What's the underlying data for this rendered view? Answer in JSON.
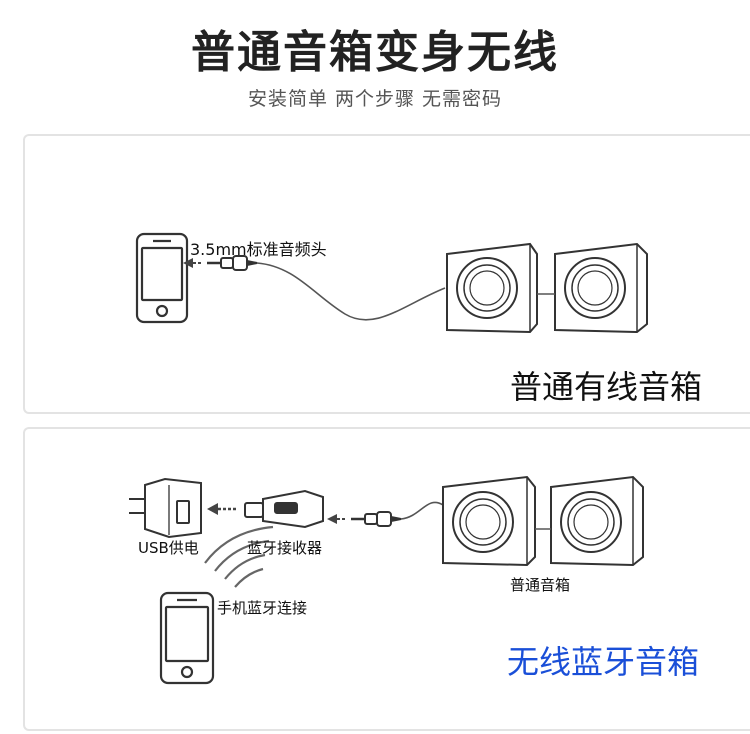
{
  "header": {
    "title": "普通音箱变身无线",
    "subtitle": "安装简单 两个步骤 无需密码"
  },
  "wired_panel": {
    "cable_label": "3.5mm标准音频头",
    "caption": "普通有线音箱"
  },
  "wireless_panel": {
    "power_label": "USB供电",
    "receiver_label": "蓝牙接收器",
    "speaker_label": "普通音箱",
    "phone_label": "手机蓝牙连接",
    "caption": "无线蓝牙音箱",
    "caption_color": "#1a4fd8"
  },
  "icons": [
    "phone-icon",
    "speaker-icon",
    "audio-plug-icon",
    "usb-charger-icon",
    "bluetooth-receiver-icon",
    "wireless-signal-icon",
    "arrow-left-icon"
  ]
}
